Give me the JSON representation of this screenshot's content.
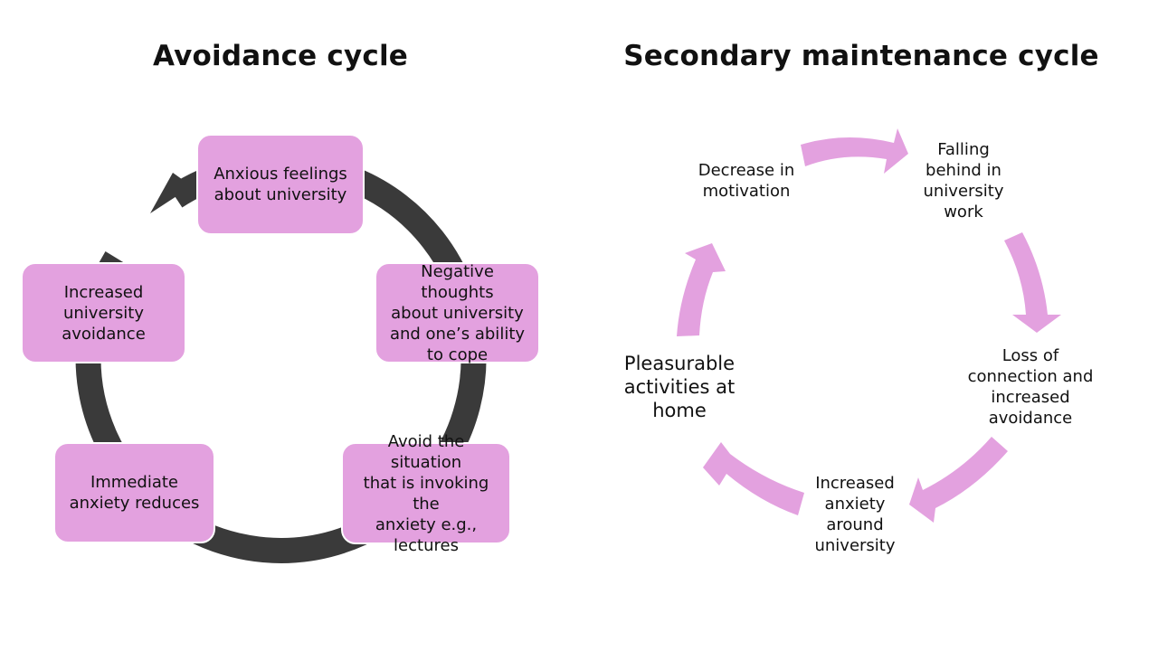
{
  "titles": {
    "left": "Avoidance cycle",
    "right": "Secondary maintenance cycle"
  },
  "colors": {
    "ring": "#3a3a3a",
    "box_fill": "#e3a1df",
    "arrow_fill": "#e3a1df",
    "text": "#111111"
  },
  "avoidance_cycle": {
    "nodes": [
      "Anxious feelings\nabout university",
      "Negative thoughts\nabout university\nand one’s ability\nto cope",
      "Avoid the situation\nthat is invoking the\nanxiety e.g.,\nlectures",
      "Immediate\nanxiety reduces",
      "Increased\nuniversity\navoidance"
    ]
  },
  "maintenance_cycle": {
    "nodes": [
      "Decrease in\nmotivation",
      "Falling\nbehind in\nuniversity\nwork",
      "Loss of\nconnection and\nincreased\navoidance",
      "Increased\nanxiety\naround\nuniversity",
      "Pleasurable\nactivities at\nhome"
    ]
  }
}
